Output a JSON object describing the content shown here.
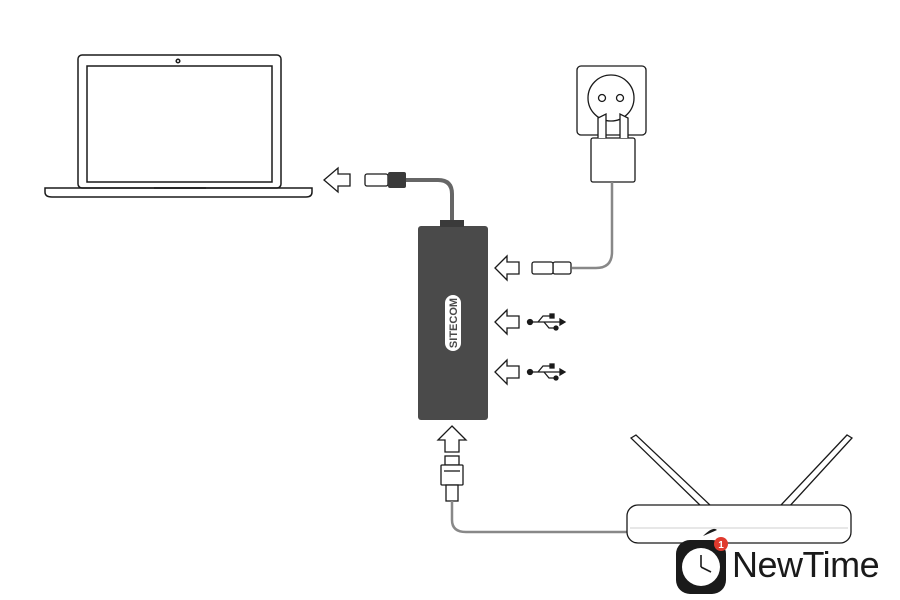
{
  "hub": {
    "brand_label": "SITECOM",
    "body_color": "#4a4a4a"
  },
  "watermark": {
    "name": "NewTime",
    "badge_count": "1",
    "badge_color": "#e03a2e"
  },
  "colors": {
    "stroke": "#1a1a1a",
    "cable": "#666666",
    "light_line": "#888888"
  },
  "icons": [
    "laptop-icon",
    "wall-socket-icon",
    "power-adapter-icon",
    "usb-c-plug-icon",
    "usb-symbol-icon",
    "ethernet-plug-icon",
    "router-icon",
    "arrow-icon",
    "clock-icon"
  ]
}
